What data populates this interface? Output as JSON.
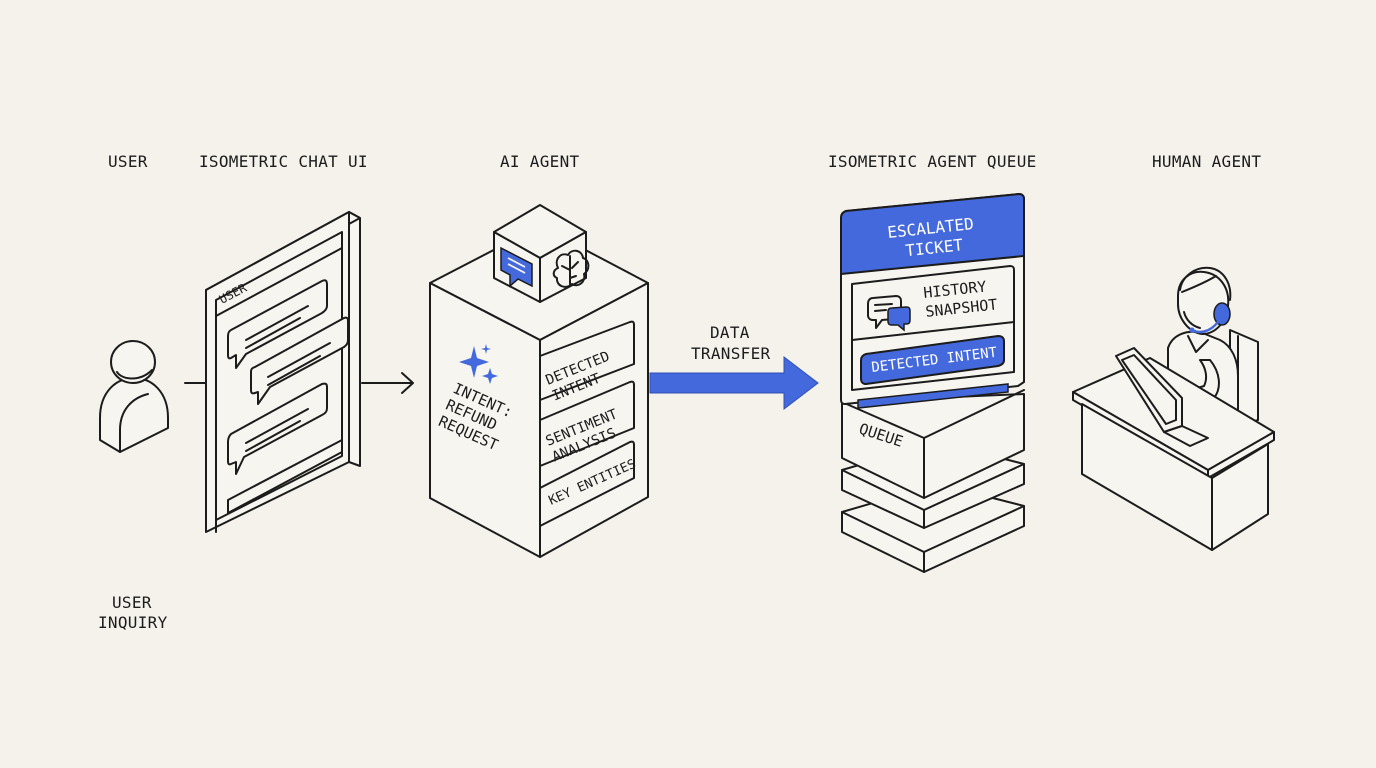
{
  "stages": {
    "user": "USER",
    "chat_ui": "ISOMETRIC CHAT UI",
    "ai_agent": "AI AGENT",
    "agent_queue": "ISOMETRIC AGENT QUEUE",
    "human_agent": "HUMAN AGENT"
  },
  "user": {
    "inquiry_line1": "USER",
    "inquiry_line2": "INQUIRY"
  },
  "chat_ui": {
    "header_label": "USER"
  },
  "ai_agent": {
    "intent_line1": "INTENT:",
    "intent_line2": "REFUND",
    "intent_line3": "REQUEST",
    "panel_detected_1": "DETECTED",
    "panel_detected_2": "INTENT",
    "panel_sentiment_1": "SENTIMENT",
    "panel_sentiment_2": "ANALYSIS",
    "panel_entities": "KEY ENTITIES"
  },
  "transfer": {
    "line1": "DATA",
    "line2": "TRANSFER"
  },
  "queue": {
    "ticket_line1": "ESCALATED",
    "ticket_line2": "TICKET",
    "history_line1": "HISTORY",
    "history_line2": "SNAPSHOT",
    "detected_intent": "DETECTED INTENT",
    "queue_label": "QUEUE"
  },
  "colors": {
    "accent": "#4469dc",
    "ink": "#1c1c1c",
    "background": "#f5f2ec"
  },
  "icons": [
    "user-icon",
    "chat-bubble-icon",
    "brain-icon",
    "sparkle-icon",
    "history-chat-icon",
    "headset-icon",
    "laptop-icon",
    "arrow-right-icon"
  ]
}
